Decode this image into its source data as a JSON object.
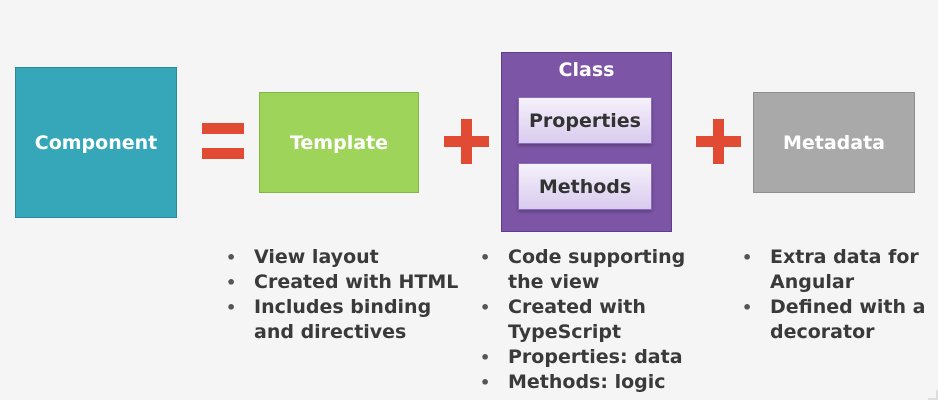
{
  "diagram": {
    "component": {
      "label": "Component",
      "color": "#35a7b8"
    },
    "template": {
      "label": "Template",
      "color": "#9fd45a"
    },
    "class": {
      "label": "Class",
      "color": "#7d55a6",
      "properties_label": "Properties",
      "methods_label": "Methods"
    },
    "metadata": {
      "label": "Metadata",
      "color": "#a9a9a9"
    },
    "operator_color": "#e24b33",
    "template_notes": [
      [
        "View layout"
      ],
      [
        "Created with HTML"
      ],
      [
        "Includes binding",
        "and directives"
      ]
    ],
    "class_notes": [
      [
        "Code supporting",
        "the view"
      ],
      [
        "Created with",
        "TypeScript"
      ],
      [
        "Properties: data"
      ],
      [
        "Methods: logic"
      ]
    ],
    "metadata_notes": [
      [
        "Extra data for",
        "Angular"
      ],
      [
        "Defined with a",
        "decorator"
      ]
    ]
  }
}
